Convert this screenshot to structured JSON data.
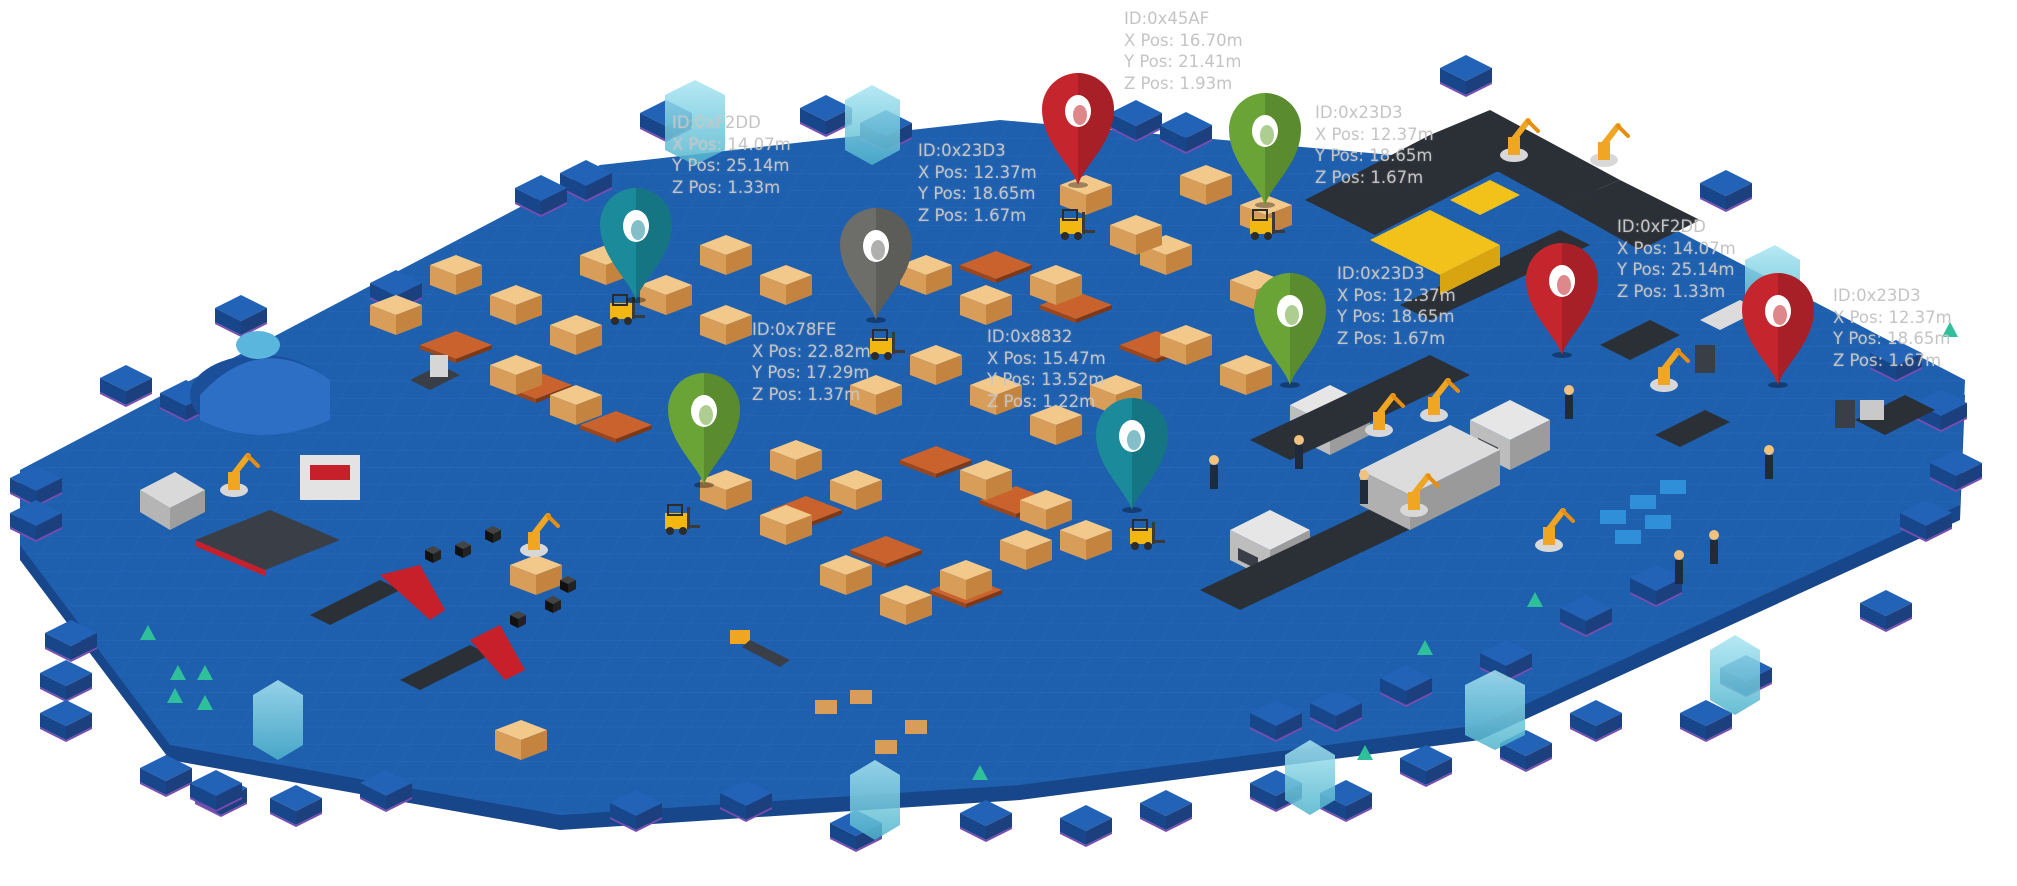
{
  "colors": {
    "floor_top": "#1e5fae",
    "floor_side": "#143f7c",
    "floor_edge": "#6b3f9a",
    "glass": "#7fd3e6",
    "box": "#e0ab66",
    "pallet": "#c9622c",
    "forklift": "#f2b711",
    "machine": "#c9c9c9",
    "conveyor": "#2b2f36",
    "robot_yellow": "#f0a623",
    "robot_red": "#c8202a",
    "label_text": "#c4c4c4"
  },
  "pins": [
    {
      "id": "pin-teal-1",
      "color": "#1b8a9a",
      "icon": "location-pin-icon"
    },
    {
      "id": "pin-gray",
      "color": "#6d6d69",
      "icon": "location-pin-icon"
    },
    {
      "id": "pin-red-1",
      "color": "#c5262e",
      "icon": "location-pin-icon"
    },
    {
      "id": "pin-green-1",
      "color": "#6aa437",
      "icon": "location-pin-icon"
    },
    {
      "id": "pin-green-2",
      "color": "#6aa437",
      "icon": "location-pin-icon"
    },
    {
      "id": "pin-green-3",
      "color": "#6aa437",
      "icon": "location-pin-icon"
    },
    {
      "id": "pin-teal-2",
      "color": "#1b8a9a",
      "icon": "location-pin-icon"
    },
    {
      "id": "pin-red-2",
      "color": "#c5262e",
      "icon": "location-pin-icon"
    },
    {
      "id": "pin-red-3",
      "color": "#c5262e",
      "icon": "location-pin-icon"
    }
  ],
  "labels": [
    {
      "id": "label-45af",
      "lines": [
        "ID:0x45AF",
        "X Pos: 16.70m",
        "Y Pos: 21.41m",
        "Z Pos: 1.93m"
      ]
    },
    {
      "id": "label-f2dd-a",
      "lines": [
        "ID:0xF2DD",
        "X Pos: 14.07m",
        "Y Pos: 25.14m",
        "Z Pos: 1.33m"
      ]
    },
    {
      "id": "label-23d3-a",
      "lines": [
        "ID:0x23D3",
        "X Pos: 12.37m",
        "Y Pos: 18.65m",
        "Z Pos: 1.67m"
      ]
    },
    {
      "id": "label-23d3-b",
      "lines": [
        "ID:0x23D3",
        "X Pos: 12.37m",
        "Y Pos: 18.65m",
        "Z Pos: 1.67m"
      ]
    },
    {
      "id": "label-78fe",
      "lines": [
        "ID:0x78FE",
        "X Pos: 22.82m",
        "Y Pos: 17.29m",
        "Z Pos: 1.37m"
      ]
    },
    {
      "id": "label-8832",
      "lines": [
        "ID:0x8832",
        "X Pos: 15.47m",
        "Y Pos: 13.52m",
        "Z Pos: 1.22m"
      ]
    },
    {
      "id": "label-23d3-c",
      "lines": [
        "ID:0x23D3",
        "X Pos: 12.37m",
        "Y Pos: 18.65m",
        "Z Pos: 1.67m"
      ]
    },
    {
      "id": "label-f2dd-b",
      "lines": [
        "ID:0xF2DD",
        "X Pos: 14.07m",
        "Y Pos: 25.14m",
        "Z Pos: 1.33m"
      ]
    },
    {
      "id": "label-23d3-d",
      "lines": [
        "ID:0x23D3",
        "X Pos: 12.37m",
        "Y Pos: 18.65m",
        "Z Pos: 1.67m"
      ]
    }
  ]
}
